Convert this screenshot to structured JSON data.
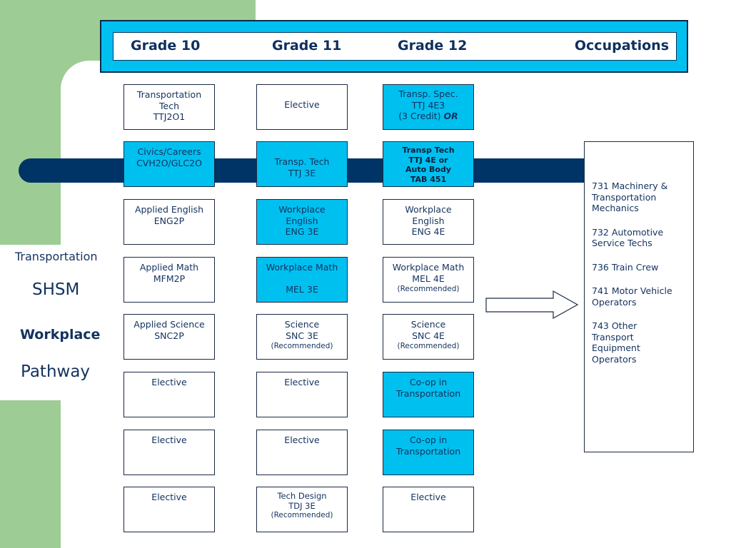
{
  "header": {
    "grade10": "Grade 10",
    "grade11": "Grade 11",
    "grade12": "Grade 12",
    "occupations": "Occupations"
  },
  "side": {
    "transportation": "Transportation",
    "shsm": "SHSM",
    "workplace": "Workplace",
    "pathway": "Pathway"
  },
  "grid": {
    "g10": [
      [
        "Transportation",
        "Tech",
        "TTJ2O1"
      ],
      [
        "Civics/Careers",
        "CVH2O/GLC2O"
      ],
      [
        "Applied English",
        "ENG2P"
      ],
      [
        "Applied Math",
        "MFM2P"
      ],
      [
        "Applied Science",
        "SNC2P"
      ],
      [
        "Elective"
      ],
      [
        "Elective"
      ],
      [
        "Elective"
      ]
    ],
    "g11": [
      [
        "Elective"
      ],
      [
        "Transp. Tech",
        "TTJ 3E"
      ],
      [
        "Workplace",
        "English",
        "ENG 3E"
      ],
      [
        "Workplace Math",
        "",
        "MEL 3E"
      ],
      [
        "Science",
        "SNC 3E",
        "(Recommended)"
      ],
      [
        "Elective"
      ],
      [
        "Elective"
      ],
      [
        "Tech Design",
        "TDJ 3E",
        "(Recommended)"
      ]
    ],
    "g12": [
      [
        "Transp. Spec.",
        "TTJ 4E3",
        "(3 Credit)",
        "OR"
      ],
      [
        "Transp Tech",
        "TTJ 4E or",
        "Auto Body",
        "TAB 451"
      ],
      [
        "Workplace",
        "English",
        "ENG 4E"
      ],
      [
        "Workplace Math",
        "MEL 4E",
        "(Recommended)"
      ],
      [
        "Science",
        "SNC 4E",
        "(Recommended)"
      ],
      [
        "Co-op in",
        "Transportation"
      ],
      [
        "Co-op in",
        "Transportation"
      ],
      [
        "Elective"
      ]
    ]
  },
  "occupations": [
    "731 Machinery &\nTransportation\nMechanics",
    "732 Automotive\nService Techs",
    "736 Train Crew",
    "741 Motor Vehicle\nOperators",
    "743  Other\nTransport\nEquipment\nOperators"
  ],
  "colors": {
    "highlight": "#00c0f0",
    "navy": "#003366",
    "green": "#9dcc95"
  }
}
